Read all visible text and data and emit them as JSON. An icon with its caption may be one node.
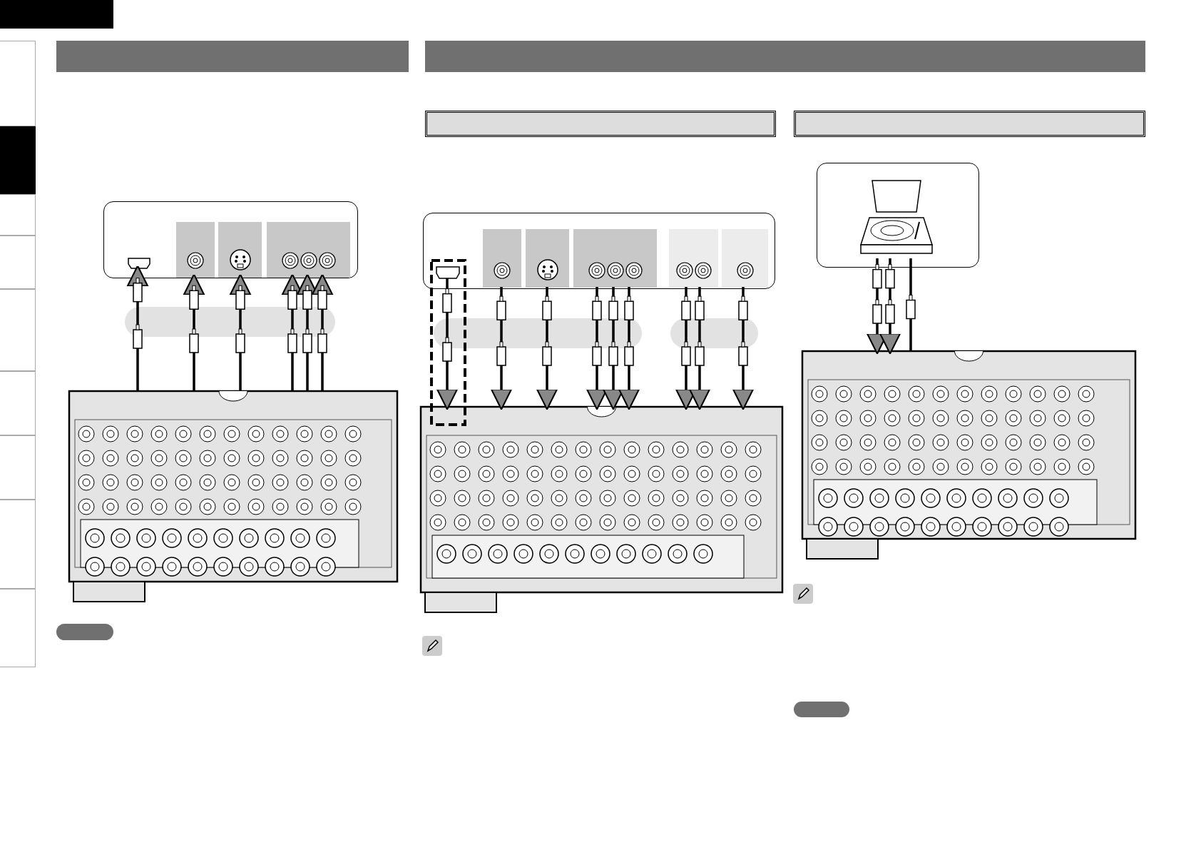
{
  "diagram": {
    "nodes": [
      {
        "text": [],
        "shape": "box"
      },
      {
        "text": [],
        "shape": "picture",
        "in": 0
      },
      {
        "text": [],
        "shape": "box",
        "in": 0
      },
      {
        "text": [],
        "shape": "box",
        "in": 0
      },
      {
        "text": [],
        "shape": "box",
        "in": 0
      },
      {
        "text": [],
        "shape": "picture"
      },
      {
        "text": [],
        "shape": "box"
      },
      {
        "text": [],
        "shape": "picture",
        "in": 6
      },
      {
        "text": [],
        "shape": "box",
        "in": 6
      },
      {
        "text": [],
        "shape": "box",
        "in": 6
      },
      {
        "text": [],
        "shape": "box",
        "in": 6
      },
      {
        "text": [],
        "shape": "box",
        "in": 6
      },
      {
        "text": [],
        "shape": "box",
        "in": 6
      },
      {
        "text": [],
        "shape": "picture"
      },
      {
        "text": [],
        "shape": "box"
      },
      {
        "text": [],
        "shape": "picture",
        "in": 14
      },
      {
        "text": [],
        "shape": "picture"
      },
      {
        "text": [],
        "shape": "bar"
      },
      {
        "text": [],
        "shape": "bar"
      }
    ],
    "edges": [
      {
        "from": 5,
        "to": 1,
        "arrow": "to"
      },
      {
        "from": 5,
        "to": 2,
        "arrow": "to"
      },
      {
        "from": 5,
        "to": 3,
        "arrow": "to"
      },
      {
        "from": 5,
        "to": 4,
        "arrow": "to"
      },
      {
        "from": 5,
        "to": 4,
        "arrow": "to"
      },
      {
        "from": 5,
        "to": 4,
        "arrow": "to"
      },
      {
        "from": 7,
        "to": 13,
        "arrow": "to"
      },
      {
        "from": 8,
        "to": 13,
        "arrow": "to"
      },
      {
        "from": 9,
        "to": 13,
        "arrow": "to"
      },
      {
        "from": 10,
        "to": 13,
        "arrow": "to"
      },
      {
        "from": 10,
        "to": 13,
        "arrow": "to"
      },
      {
        "from": 10,
        "to": 13,
        "arrow": "to"
      },
      {
        "from": 11,
        "to": 13,
        "arrow": "to"
      },
      {
        "from": 11,
        "to": 13,
        "arrow": "to"
      },
      {
        "from": 12,
        "to": 13,
        "arrow": "to"
      },
      {
        "from": 15,
        "to": 16,
        "arrow": "to"
      },
      {
        "from": 15,
        "to": 16,
        "arrow": "to"
      },
      {
        "from": 15,
        "to": 16,
        "arrow": "none"
      }
    ]
  }
}
